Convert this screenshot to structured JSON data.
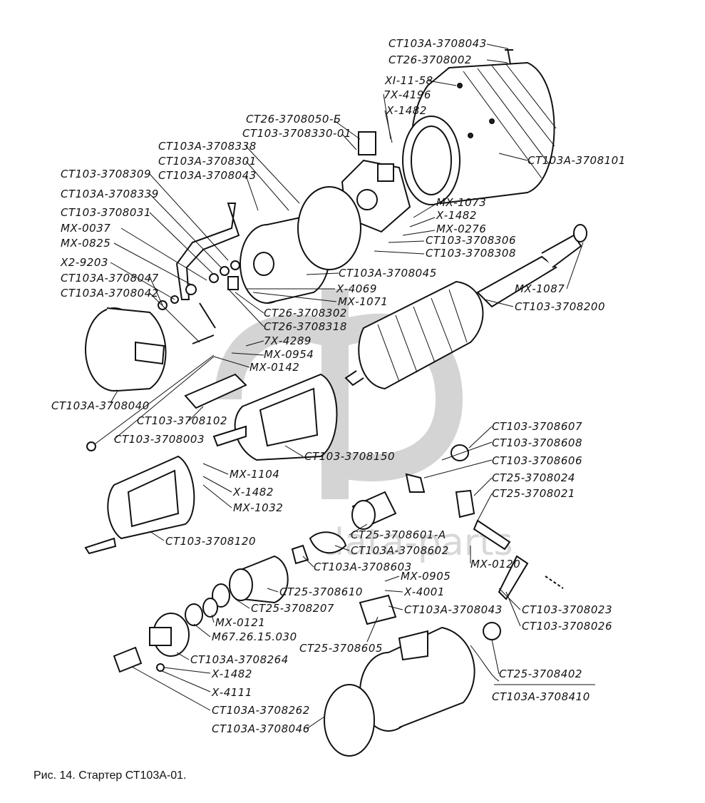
{
  "caption": "Рис. 14. Стартер СТ103А-01.",
  "watermark": "data-parts",
  "labels": [
    "СТ103А-3708043",
    "СТ26-3708002",
    "ХI-11-58",
    "7Х-4196",
    "Х-1482",
    "СТ26-3708050-Б",
    "СТ103-3708330-01",
    "СТ103А-3708101",
    "СТ103А-3708338",
    "СТ103А-3708301",
    "СТ103А-3708043",
    "СТ103-3708309",
    "СТ103А-3708339",
    "СТ103-3708031",
    "МХ-0037",
    "МХ-0825",
    "Х2-9203",
    "СТ103А-3708047",
    "СТ103А-3708042",
    "МХ-1073",
    "Х-1482",
    "МХ-0276",
    "СТ103-3708306",
    "СТ103-3708308",
    "СТ103А-3708045",
    "Х-4069",
    "МХ-1071",
    "СТ26-3708302",
    "СТ26-3708318",
    "7Х-4289",
    "МХ-0954",
    "МХ-0142",
    "МХ-1087",
    "СТ103-3708200",
    "СТ103А-3708040",
    "СТ103-3708102",
    "СТ103-3708003",
    "СТ103-3708150",
    "СТ103-3708607",
    "СТ103-3708608",
    "СТ103-3708606",
    "СТ25-3708024",
    "СТ25-3708021",
    "МХ-1104",
    "Х-1482",
    "МХ-1032",
    "СТ103-3708120",
    "СТ25-3708601-А",
    "СТ103А-3708602",
    "СТ103А-3708603",
    "МХ-0120",
    "МХ-0905",
    "Х-4001",
    "СТ25-3708610",
    "СТ25-3708207",
    "МХ-0121",
    "М67.26.15.030",
    "СТ103А-3708043",
    "СТ25-3708605",
    "СТ103-3708023",
    "СТ103-3708026",
    "СТ103А-3708264",
    "Х-1482",
    "Х-4111",
    "СТ25-3708402",
    "СТ103А-3708410",
    "СТ103А-3708262",
    "СТ103А-3708046"
  ]
}
